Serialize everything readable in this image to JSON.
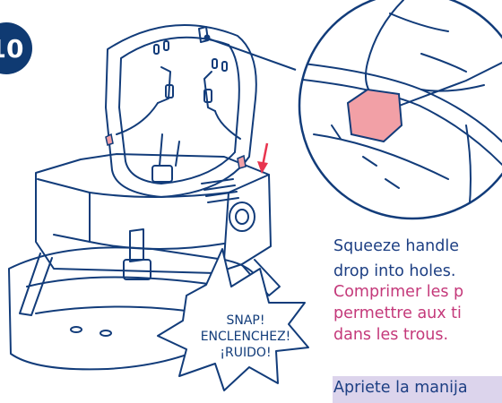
{
  "step": {
    "number": "10"
  },
  "callout": {
    "lines": [
      "SNAP!",
      "ENCLENCHEZ!",
      "¡RUIDO!"
    ]
  },
  "instructions": {
    "en": [
      "Squeeze handle",
      "drop into holes."
    ],
    "fr": [
      "Comprimer les p",
      "permettre aux ti",
      "dans les trous."
    ],
    "es": [
      "Apriete la manija"
    ]
  },
  "colors": {
    "outline": "#123c7a",
    "arrow": "#e8344e",
    "handle": "#f2a0a6",
    "french_text": "#c4397a",
    "english_text": "#1d3f83"
  }
}
